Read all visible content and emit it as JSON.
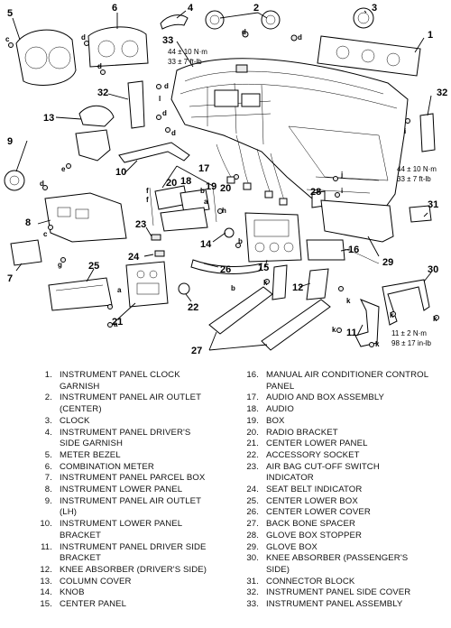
{
  "diagram": {
    "callouts": [
      "1",
      "2",
      "3",
      "4",
      "5",
      "6",
      "7",
      "8",
      "9",
      "10",
      "11",
      "12",
      "13",
      "14",
      "15",
      "16",
      "17",
      "18",
      "19",
      "20",
      "21",
      "22",
      "23",
      "24",
      "25",
      "26",
      "27",
      "28",
      "29",
      "30",
      "31",
      "32",
      "33"
    ],
    "callout_20_second": "20",
    "callout_32_second": "32",
    "fastener_letters": {
      "a": "a",
      "b": "b",
      "c": "c",
      "d": "d",
      "e": "e",
      "f": "f",
      "g": "g",
      "h": "h",
      "i": "i",
      "j": "j",
      "k": "k",
      "l": "l"
    },
    "torque_specs": {
      "spec1_nm": "44 ± 10 N·m",
      "spec1_ftlb": "33 ± 7 ft-lb",
      "spec2_nm": "44 ± 10 N·m",
      "spec2_ftlb": "33 ± 7 ft-lb",
      "spec3_nm": "11 ± 2 N·m",
      "spec3_inlb": "98 ± 17 in-lb"
    }
  },
  "legend": {
    "left": [
      {
        "n": "1.",
        "t": "INSTRUMENT PANEL CLOCK GARNISH"
      },
      {
        "n": "2.",
        "t": "INSTRUMENT PANEL AIR OUTLET (CENTER)"
      },
      {
        "n": "3.",
        "t": "CLOCK"
      },
      {
        "n": "4.",
        "t": "INSTRUMENT PANEL DRIVER'S SIDE GARNISH"
      },
      {
        "n": "5.",
        "t": "METER BEZEL"
      },
      {
        "n": "6.",
        "t": "COMBINATION METER"
      },
      {
        "n": "7.",
        "t": "INSTRUMENT PANEL PARCEL BOX"
      },
      {
        "n": "8.",
        "t": "INSTRUMENT LOWER PANEL"
      },
      {
        "n": "9.",
        "t": "INSTRUMENT PANEL AIR OUTLET (LH)"
      },
      {
        "n": "10.",
        "t": "INSTRUMENT LOWER PANEL BRACKET"
      },
      {
        "n": "11.",
        "t": "INSTRUMENT PANEL DRIVER SIDE BRACKET"
      },
      {
        "n": "12.",
        "t": "KNEE ABSORBER (DRIVER'S SIDE)"
      },
      {
        "n": "13.",
        "t": "COLUMN COVER"
      },
      {
        "n": "14.",
        "t": "KNOB"
      },
      {
        "n": "15.",
        "t": "CENTER PANEL"
      }
    ],
    "right": [
      {
        "n": "16.",
        "t": "MANUAL AIR CONDITIONER CONTROL PANEL"
      },
      {
        "n": "17.",
        "t": "AUDIO AND BOX ASSEMBLY"
      },
      {
        "n": "18.",
        "t": "AUDIO"
      },
      {
        "n": "19.",
        "t": "BOX"
      },
      {
        "n": "20.",
        "t": "RADIO BRACKET"
      },
      {
        "n": "21.",
        "t": "CENTER LOWER PANEL"
      },
      {
        "n": "22.",
        "t": "ACCESSORY SOCKET"
      },
      {
        "n": "23.",
        "t": "AIR BAG CUT-OFF SWITCH INDICATOR"
      },
      {
        "n": "24.",
        "t": "SEAT BELT INDICATOR"
      },
      {
        "n": "25.",
        "t": "CENTER LOWER BOX"
      },
      {
        "n": "26.",
        "t": "CENTER LOWER COVER"
      },
      {
        "n": "27.",
        "t": "BACK BONE SPACER"
      },
      {
        "n": "28.",
        "t": "GLOVE BOX STOPPER"
      },
      {
        "n": "29.",
        "t": "GLOVE BOX"
      },
      {
        "n": "30.",
        "t": "KNEE ABSORBER (PASSENGER'S SIDE)"
      },
      {
        "n": "31.",
        "t": "CONNECTOR BLOCK"
      },
      {
        "n": "32.",
        "t": "INSTRUMENT PANEL SIDE COVER"
      },
      {
        "n": "33.",
        "t": "INSTRUMENT PANEL ASSEMBLY"
      }
    ]
  }
}
